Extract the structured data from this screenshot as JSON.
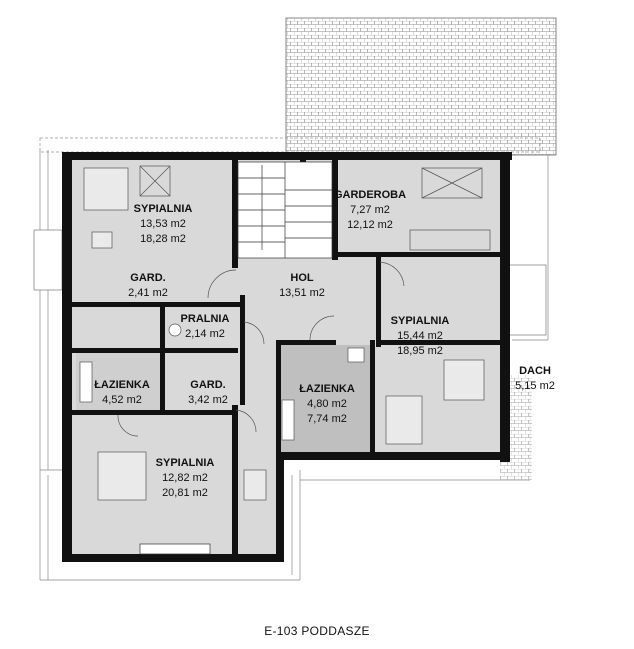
{
  "rooms": [
    {
      "name": "SYPIALNIA",
      "area1": "13,53 m2",
      "area2": "18,28 m2"
    },
    {
      "name": "GARDEROBA",
      "area1": "7,27 m2",
      "area2": "12,12 m2"
    },
    {
      "name": "GARD.",
      "area1": "2,41 m2"
    },
    {
      "name": "HOL",
      "area1": "13,51 m2"
    },
    {
      "name": "PRALNIA",
      "area1": "2,14 m2"
    },
    {
      "name": "SYPIALNIA",
      "area1": "15,44 m2",
      "area2": "18,95 m2"
    },
    {
      "name": "ŁAZIENKA",
      "area1": "4,52 m2"
    },
    {
      "name": "GARD.",
      "area1": "3,42 m2"
    },
    {
      "name": "ŁAZIENKA",
      "area1": "4,80 m2",
      "area2": "7,74 m2"
    },
    {
      "name": "SYPIALNIA",
      "area1": "12,82 m2",
      "area2": "20,81 m2"
    },
    {
      "name": "DACH",
      "area1": "5,15 m2"
    }
  ],
  "caption": "E-103 PODDASZE",
  "colors": {
    "floor": "#d9d9d9",
    "wall": "#111111",
    "bath": "#bfbfbf",
    "roof": "#555555"
  }
}
